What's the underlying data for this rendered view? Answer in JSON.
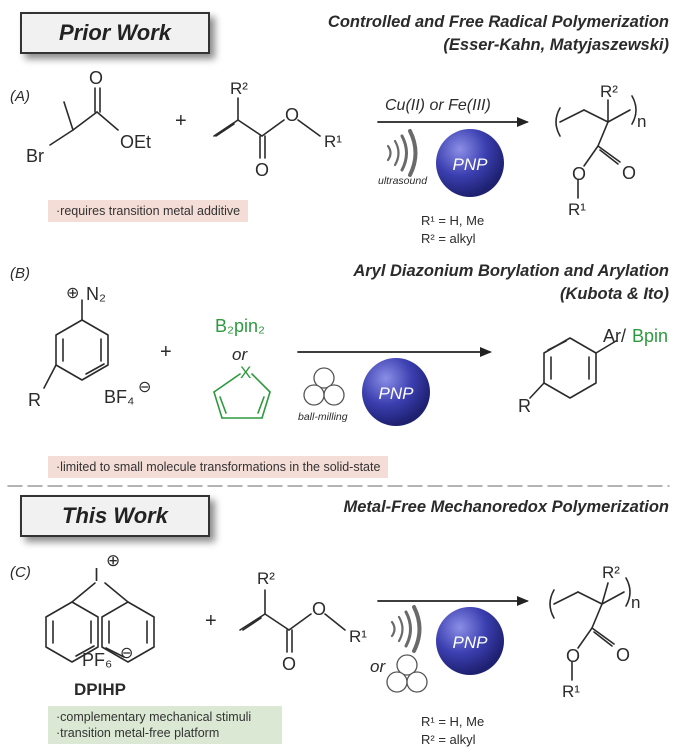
{
  "colors": {
    "pnp_sphere": "#3b3fb0",
    "pnp_sphere_light": "#8b8ee6",
    "green": "#2e9a3e",
    "pink_bg": "#f4ddd6",
    "green_bg": "#dbe8d3"
  },
  "prior": {
    "box_title": "Prior Work",
    "header_line1": "Controlled and Free Radical Polymerization",
    "header_line2": "(Esser-Kahn, Matyjaszewski)"
  },
  "A": {
    "label": "(A)",
    "reagent_Br": "Br",
    "reagent_OEt": "OEt",
    "reagent_O": "O",
    "plus": "+",
    "monomer_R2": "R²",
    "monomer_O1": "O",
    "monomer_O2": "O",
    "monomer_R1": "R¹",
    "arrow_top": "Cu(II) or Fe(III)",
    "ultrasound": "ultrasound",
    "pnp": "PNP",
    "r1_line": "R¹ = H, Me",
    "r2_line": "R² = alkyl",
    "product_R2": "R²",
    "product_n": "n",
    "product_O1": "O",
    "product_O2": "O",
    "product_R1": "R¹",
    "note": "·requires transition metal additive"
  },
  "B": {
    "label": "(B)",
    "header_line1": "Aryl Diazonium Borylation and Arylation",
    "header_line2": "(Kubota & Ito)",
    "N2": "N₂",
    "plus_charge": "⊕",
    "BF4": "BF₄",
    "minus_charge": "⊖",
    "R": "R",
    "plus": "+",
    "b2pin2": "B₂pin₂",
    "or": "or",
    "X": "X",
    "ball_milling": "ball-milling",
    "pnp": "PNP",
    "product_R": "R",
    "product_Ar": "Ar/",
    "product_Bpin": "Bpin",
    "note": "·limited to small molecule transformations in the solid-state"
  },
  "this": {
    "box_title": "This Work",
    "header": "Metal-Free Mechanoredox Polymerization"
  },
  "C": {
    "label": "(C)",
    "iodonium_I": "I",
    "plus_charge": "⊕",
    "PF6": "PF₆",
    "minus_charge": "⊖",
    "dpihp": "DPIHP",
    "plus": "+",
    "monomer_R2": "R²",
    "monomer_O1": "O",
    "monomer_O2": "O",
    "monomer_R1": "R¹",
    "or": "or",
    "pnp": "PNP",
    "r1_line": "R¹ = H, Me",
    "r2_line": "R² = alkyl",
    "product_R2": "R²",
    "product_n": "n",
    "product_O1": "O",
    "product_O2": "O",
    "product_R1": "R¹",
    "note_line1": "·complementary mechanical stimuli",
    "note_line2": "·transition metal-free platform"
  }
}
